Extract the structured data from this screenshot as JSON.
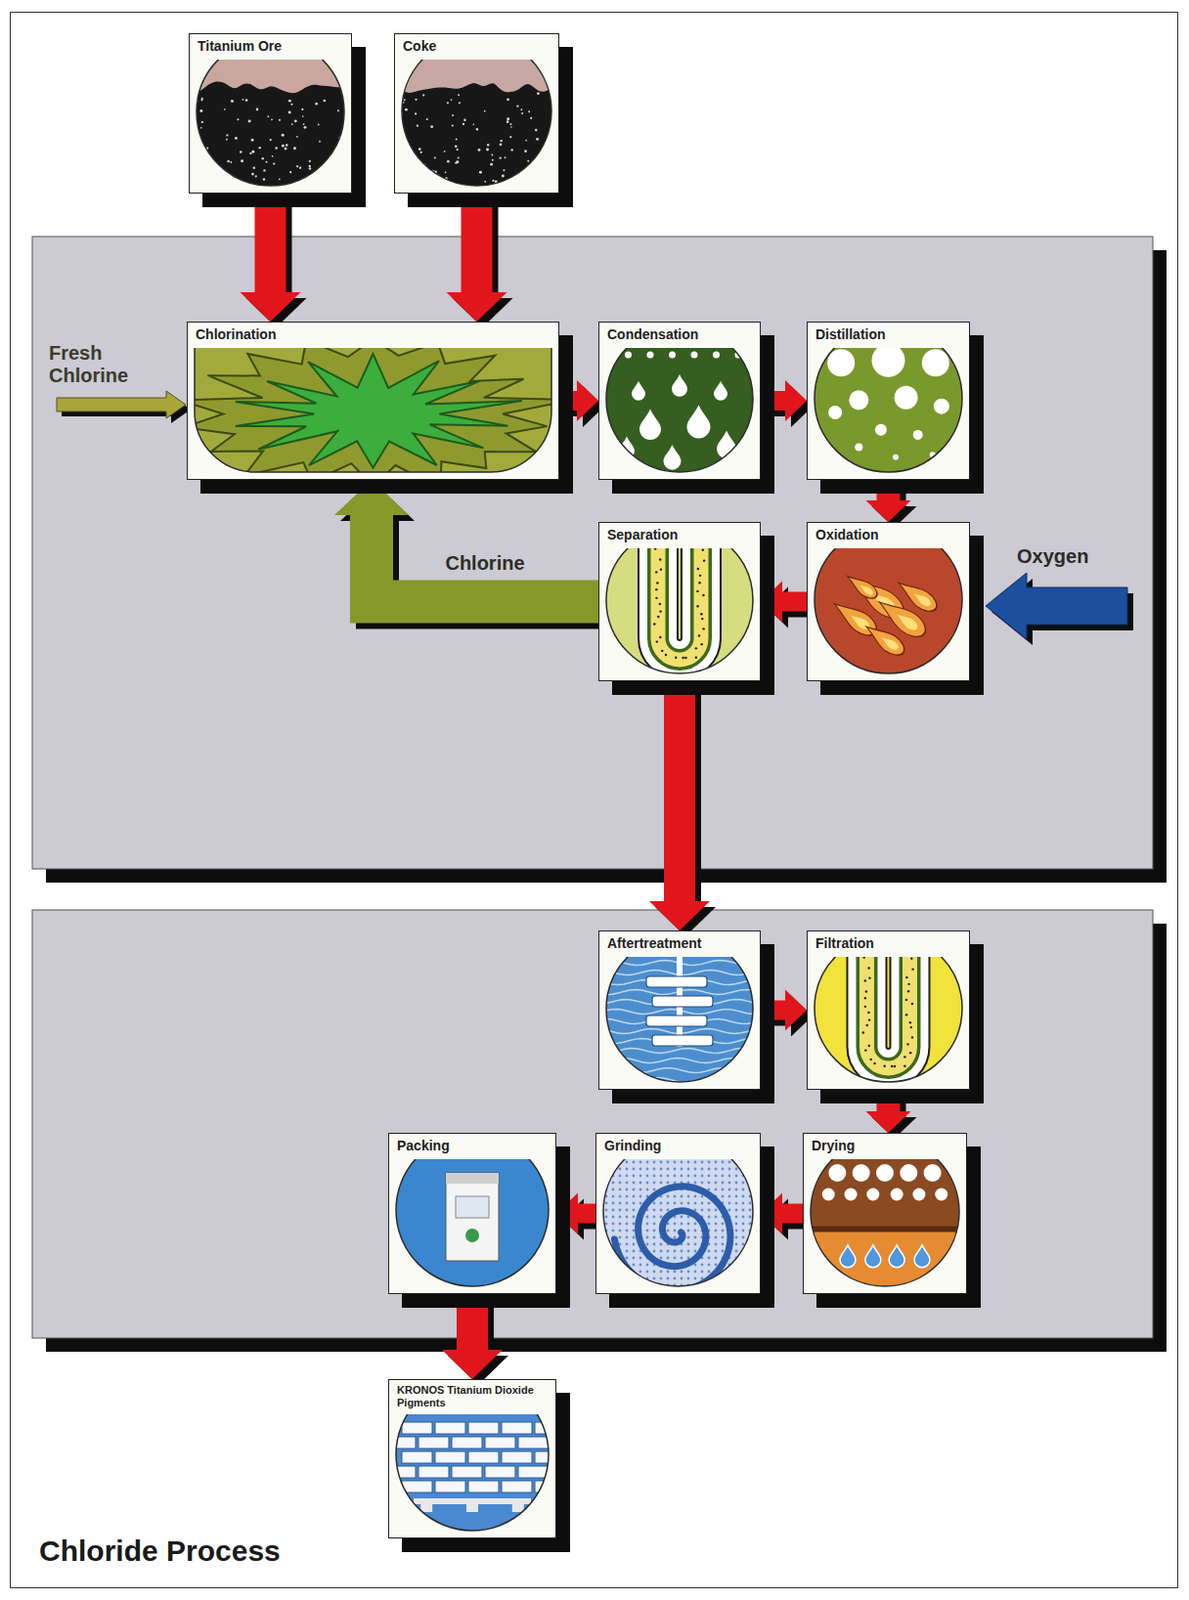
{
  "diagram": {
    "title": "Chloride Process",
    "nodes": [
      {
        "text": [
          "Titanium Ore"
        ]
      },
      {
        "text": [
          "Coke"
        ]
      },
      {
        "text": [
          "Chlorination"
        ]
      },
      {
        "text": [
          "Condensation"
        ]
      },
      {
        "text": [
          "Distillation"
        ]
      },
      {
        "text": [
          "Separation"
        ]
      },
      {
        "text": [
          "Oxidation"
        ]
      },
      {
        "text": [
          "Aftertreatment"
        ]
      },
      {
        "text": [
          "Filtration"
        ]
      },
      {
        "text": [
          "Packing"
        ]
      },
      {
        "text": [
          "Grinding"
        ]
      },
      {
        "text": [
          "Drying"
        ]
      },
      {
        "text": [
          "KRONOS Titanium Dioxide Pigments"
        ]
      }
    ],
    "edges": [
      {
        "from": 0,
        "to": 2,
        "arrow": "to"
      },
      {
        "from": 1,
        "to": 2,
        "arrow": "to"
      },
      {
        "from": 2,
        "to": 3,
        "arrow": "to"
      },
      {
        "from": 3,
        "to": 4,
        "arrow": "to"
      },
      {
        "from": 4,
        "to": 6,
        "arrow": "to"
      },
      {
        "from": 6,
        "to": 5,
        "arrow": "to"
      },
      {
        "from": 5,
        "to": 2,
        "label": "Chlorine",
        "arrow": "to"
      },
      {
        "from": 5,
        "to": 7,
        "arrow": "to"
      },
      {
        "from": 7,
        "to": 8,
        "arrow": "to"
      },
      {
        "from": 8,
        "to": 11,
        "arrow": "to"
      },
      {
        "from": 11,
        "to": 10,
        "arrow": "to"
      },
      {
        "from": 10,
        "to": 9,
        "arrow": "to"
      },
      {
        "from": 9,
        "to": 12,
        "arrow": "to"
      }
    ],
    "labels": [
      "Fresh Chlorine",
      "Oxygen"
    ]
  }
}
